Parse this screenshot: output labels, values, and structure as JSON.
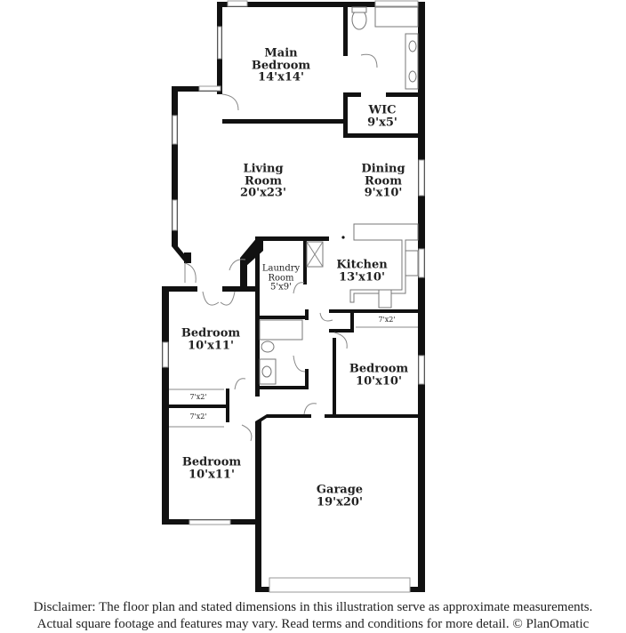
{
  "rooms": {
    "main_bedroom": {
      "name": "Main\nBedroom",
      "dims": "14'x14'"
    },
    "wic": {
      "name": "WIC",
      "dims": "9'x5'"
    },
    "living_room": {
      "name": "Living\nRoom",
      "dims": "20'x23'"
    },
    "dining_room": {
      "name": "Dining\nRoom",
      "dims": "9'x10'"
    },
    "laundry_room": {
      "name": "Laundry\nRoom",
      "dims": "5'x9'"
    },
    "kitchen": {
      "name": "Kitchen",
      "dims": "13'x10'"
    },
    "bedroom_left_upper": {
      "name": "Bedroom",
      "dims": "10'x11'"
    },
    "bedroom_right": {
      "name": "Bedroom",
      "dims": "10'x10'"
    },
    "bedroom_left_lower": {
      "name": "Bedroom",
      "dims": "10'x11'"
    },
    "garage": {
      "name": "Garage",
      "dims": "19'x20'"
    }
  },
  "closets": {
    "closet_kitchen": "7'x2'",
    "closet_left_1": "7'x2'",
    "closet_left_2": "7'x2'"
  },
  "disclaimer": {
    "line1": "Disclaimer: The floor plan and stated dimensions in this illustration serve as approximate measurements.",
    "line2": "Actual square footage and features may vary. Read terms and conditions for more detail. © PlanOmatic"
  }
}
